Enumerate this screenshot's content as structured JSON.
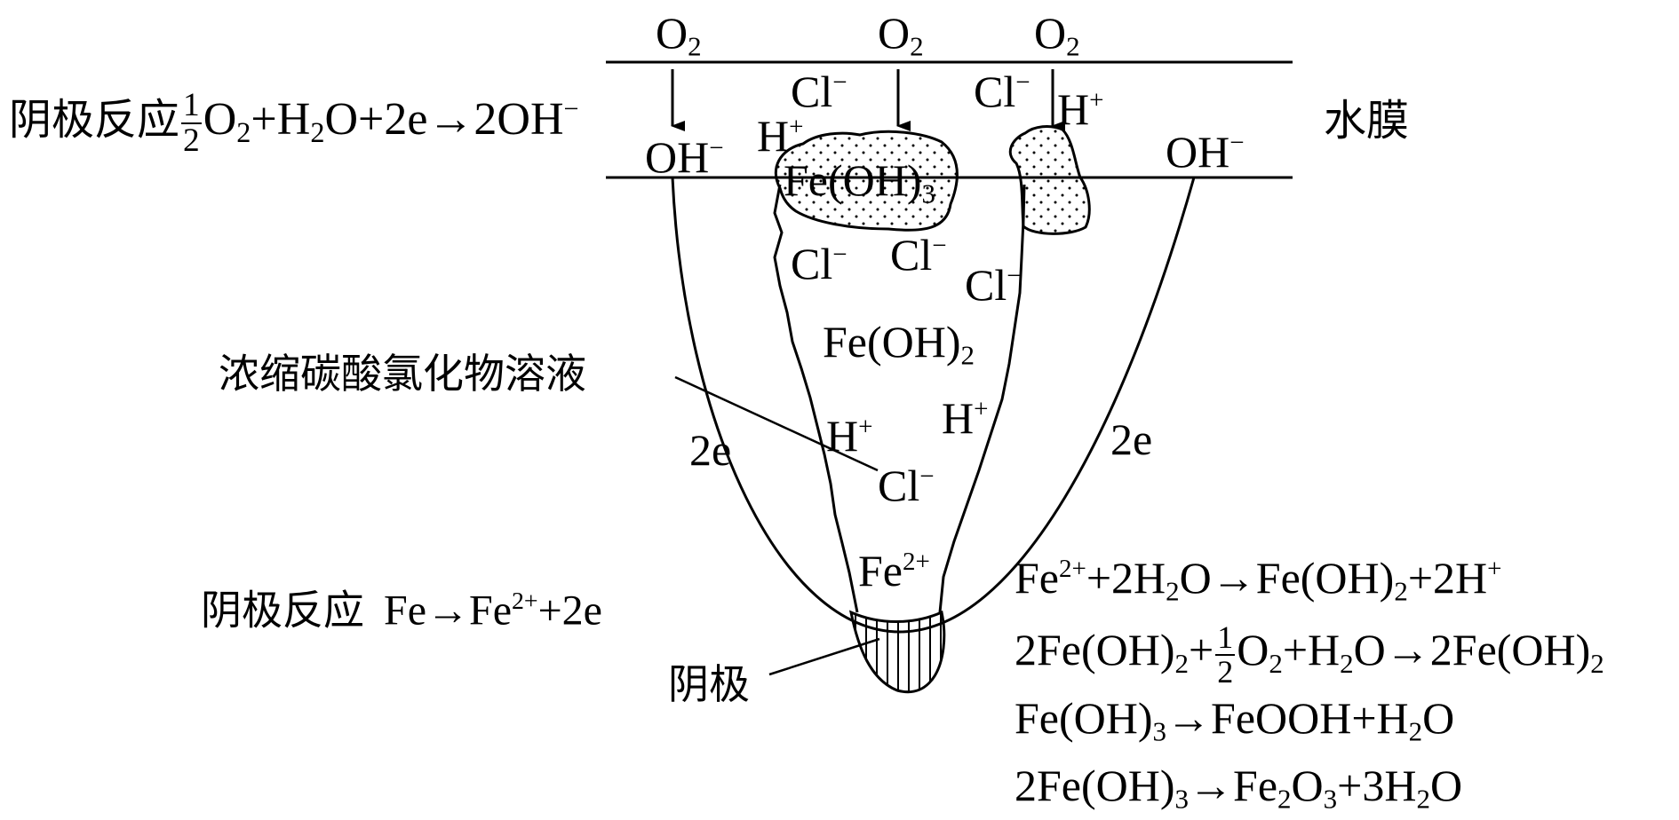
{
  "top_labels": {
    "o2": "O",
    "o2_sub": "2",
    "oh_minus": "OH",
    "cl_minus": "Cl",
    "h_plus": "H",
    "water_film": "水膜"
  },
  "cathode_reaction": {
    "label": "阴极反应",
    "frac_num": "1",
    "frac_den": "2",
    "o": "O",
    "o_sub": "2",
    "mid": "+H",
    "h_sub": "2",
    "rest": "O+2e→2OH",
    "minus": "−"
  },
  "ions": {
    "fe_oh3_a": "Fe(OH)",
    "fe_oh3_sub": "3",
    "fe_oh2_a": "Fe(OH)",
    "fe_oh2_sub": "2",
    "fe": "Fe",
    "fe_sup": "2+",
    "cl": "Cl",
    "h": "H",
    "minus": "−",
    "plus": "+"
  },
  "electrons": {
    "left": "2e",
    "right": "2e"
  },
  "solution_label": "浓缩碳酸氯化物溶液",
  "anode_reaction": {
    "label": "阴极反应",
    "a": "Fe→Fe",
    "sup": "2+",
    "b": "+2e"
  },
  "electrode_label": "阴极",
  "equations": {
    "eq1": {
      "a": "Fe",
      "a_sup": "2+",
      "b": "+2H",
      "b_sub": "2",
      "c": "O→Fe(OH)",
      "c_sub": "2",
      "d": "+2H",
      "d_sup": "+"
    },
    "eq2": {
      "a": "2Fe(OH)",
      "a_sub": "2",
      "plus": "+",
      "num": "1",
      "den": "2",
      "b": "O",
      "b_sub": "2",
      "c": "+H",
      "c_sub": "2",
      "d": "O→2Fe(OH)",
      "d_sub": "2"
    },
    "eq3": {
      "a": "Fe(OH)",
      "a_sub": "3",
      "b": "→FeOOH+H",
      "b_sub": "2",
      "c": "O"
    },
    "eq4": {
      "a": "2Fe(OH)",
      "a_sub": "3",
      "b": "→Fe",
      "b_sub": "2",
      "c": "O",
      "c_sub": "3",
      "d": "+3H",
      "d_sub": "2",
      "e": "O"
    }
  }
}
